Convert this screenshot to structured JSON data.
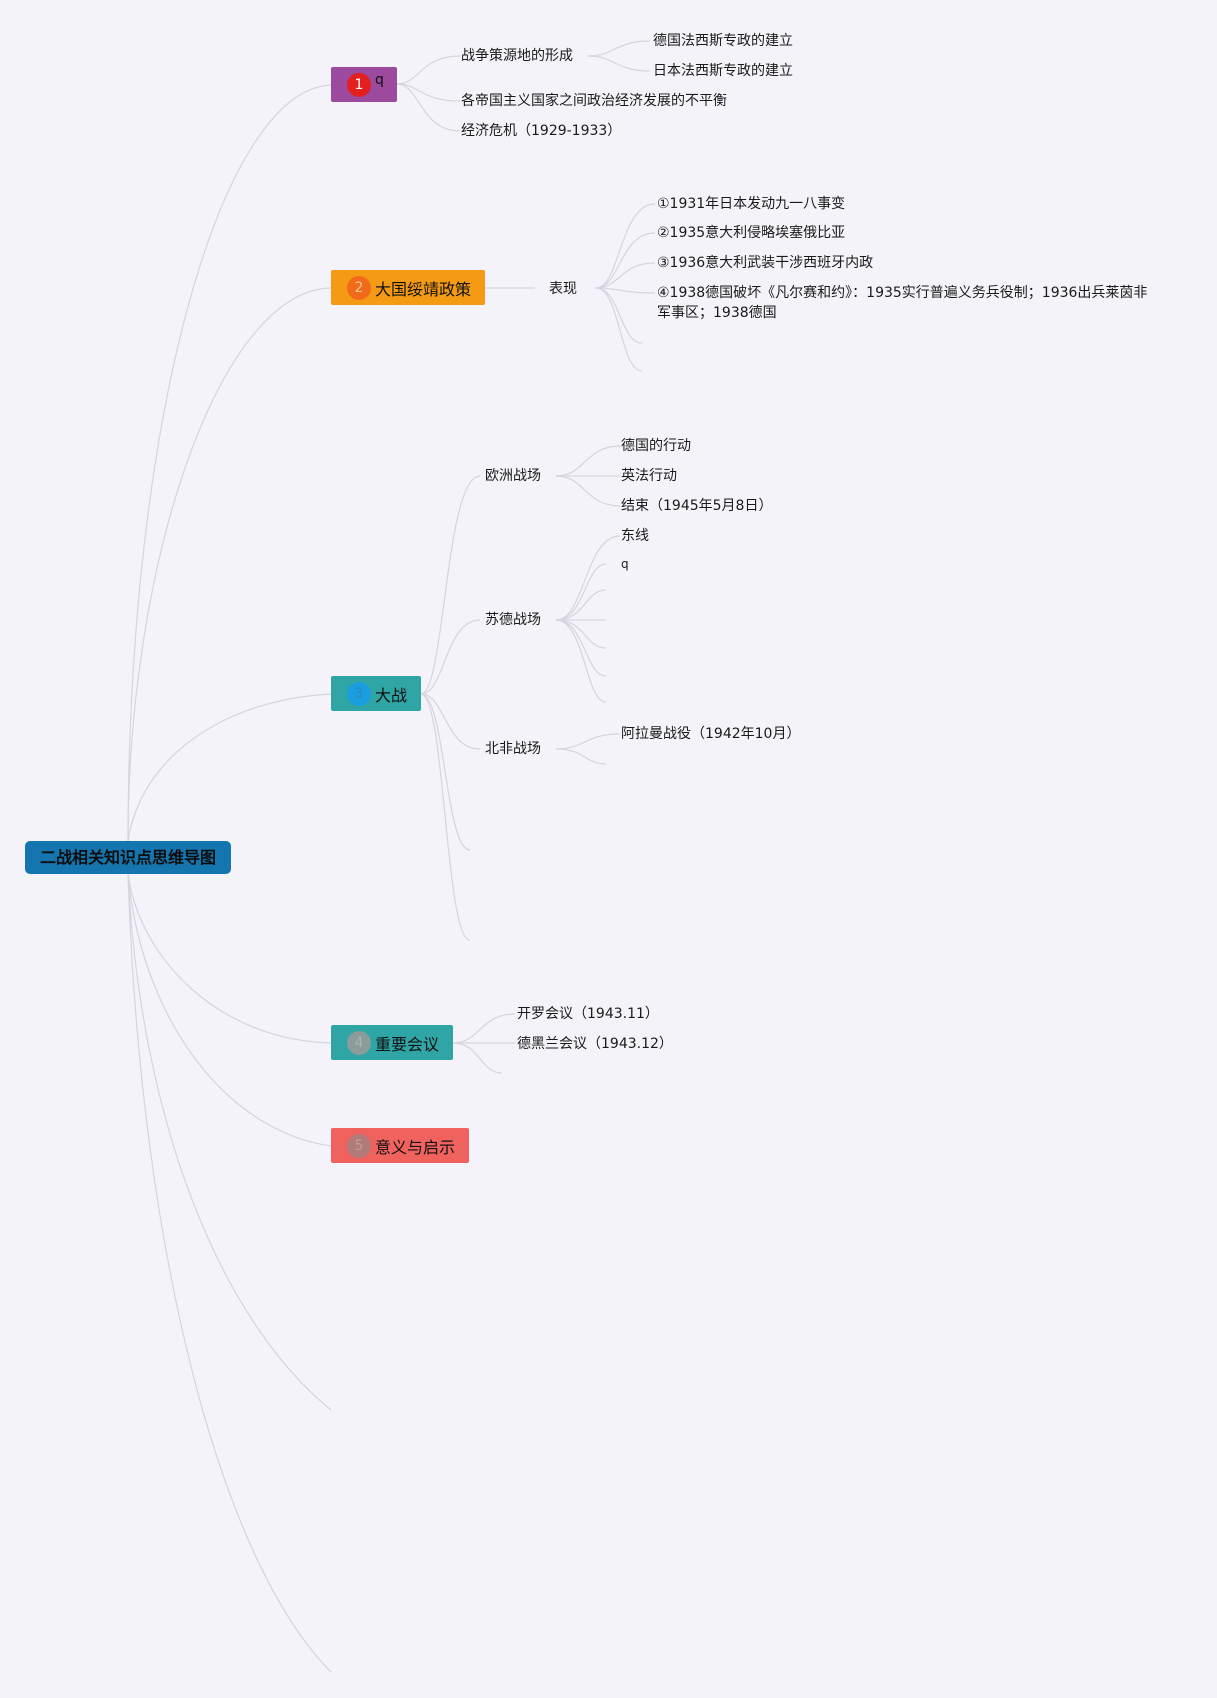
{
  "root": {
    "label": "二战相关知识点思维导图"
  },
  "topics": [
    {
      "badge": "1",
      "label": "q"
    },
    {
      "badge": "2",
      "label": "大国绥靖政策"
    },
    {
      "badge": "3",
      "label": "大战"
    },
    {
      "badge": "4",
      "label": "重要会议"
    },
    {
      "badge": "5",
      "label": "意义与启示"
    }
  ],
  "t1": {
    "war_source": "战争策源地的形成",
    "war_source_children": [
      "德国法西斯专政的建立",
      "日本法西斯专政的建立"
    ],
    "imbalance": "各帝国主义国家之间政治经济发展的不平衡",
    "crisis": "经济危机（1929-1933）"
  },
  "t2": {
    "manifest": "表现",
    "items": [
      "①1931年日本发动九一八事变",
      "②1935意大利侵略埃塞俄比亚",
      "③1936意大利武装干涉西班牙内政",
      "④1938德国破坏《凡尔赛和约》：1935实行普遍义务兵役制；1936出兵莱茵非军事区；1938德国"
    ]
  },
  "t3": {
    "europe": "欧洲战场",
    "europe_children": [
      "德国的行动",
      "英法行动",
      "结束（1945年5月8日）"
    ],
    "soviet": "苏德战场",
    "soviet_children": [
      "东线",
      "q"
    ],
    "africa": "北非战场",
    "africa_children": [
      "阿拉曼战役（1942年10月）"
    ]
  },
  "t4": {
    "items": [
      "开罗会议（1943.11）",
      "德黑兰会议（1943.12）"
    ]
  },
  "colors": {
    "background": "#f4f3f9",
    "root": "#1575ae",
    "topic1": "#9c4a9d",
    "topic2": "#f59a13",
    "topic3": "#2fa6a5",
    "topic4": "#2fa6a5",
    "topic5": "#f0625e",
    "link": "#d6d4de"
  }
}
